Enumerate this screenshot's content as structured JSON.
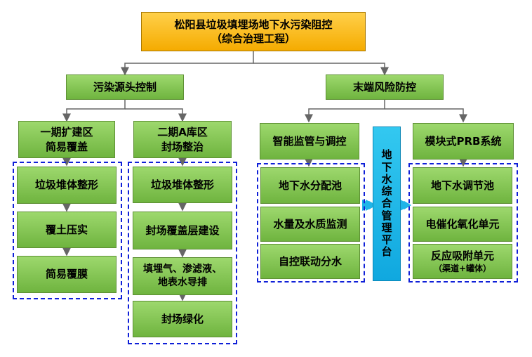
{
  "title": {
    "line1": "松阳县垃圾填埋场地下水污染阻控",
    "line2": "（综合治理工程）"
  },
  "branches": {
    "left": "污染源头控制",
    "right": "末端风险防控"
  },
  "subgroups": {
    "phase1": {
      "line1": "一期扩建区",
      "line2": "简易覆盖"
    },
    "phase2": {
      "line1": "二期A库区",
      "line2": "封场整治"
    },
    "monitor": "智能监管与调控",
    "prb": "模块式PRB系统"
  },
  "platform": "地下水综合管理平台",
  "phase1_steps": [
    "垃圾堆体整形",
    "覆土压实",
    "简易覆膜"
  ],
  "phase2_steps": [
    "垃圾堆体整形",
    "封场覆盖层建设",
    "填埋气、渗滤液、地表水导排",
    "封场绿化"
  ],
  "monitor_items": [
    "地下水分配池",
    "水量及水质监测",
    "自控联动分水"
  ],
  "prb_items": [
    "地下水调节池",
    "电催化氧化单元",
    "反应吸附单元",
    "（渠道+罐体）"
  ],
  "colors": {
    "green": "#7cc24a",
    "gold": "#fbbf1e",
    "blue": "#1fb5e8",
    "dash": "#1020d8",
    "line": "#666666"
  }
}
